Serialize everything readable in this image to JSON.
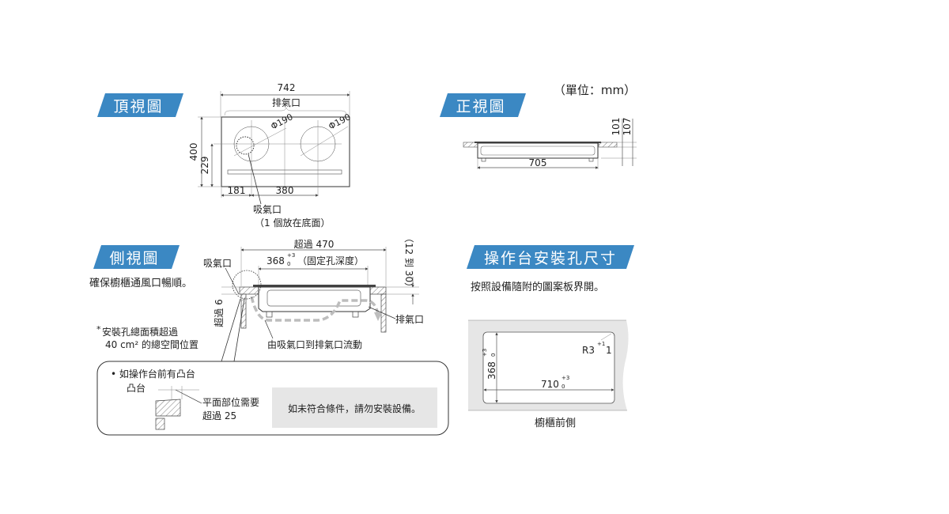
{
  "colors": {
    "header_blue": "#3b88c3",
    "panel_gray": "#e6e6e6",
    "flow_gray": "#bdbdbd"
  },
  "unit_label": "（單位：mm）",
  "top_view": {
    "title": "頂視圖",
    "width_dim": "742",
    "exhaust_label": "排氣口",
    "burner_left_dia": "Φ190",
    "burner_right_dia": "Φ190",
    "height_dim": "400",
    "center_height_dim": "229",
    "left_offset_dim": "181",
    "burner_spacing_dim": "380",
    "intake_label": "吸氣口",
    "intake_note": "（1 個放在底面）"
  },
  "front_view": {
    "title": "正視圖",
    "width_dim": "705",
    "depth_dim_1": "101",
    "depth_dim_2": "107"
  },
  "side_view": {
    "title": "側視圖",
    "ventilation_note": "確保櫥櫃通風口暢順。",
    "over_470": "超過 470",
    "hole_depth_value": "368",
    "hole_depth_tol_plus": "+3",
    "hole_depth_tol_minus": "0",
    "hole_depth_label": "（固定孔深度）",
    "thickness_range": "（12 到 30）",
    "intake_label": "吸氣口",
    "over_6": "超過 6",
    "exhaust_label": "排氣口",
    "flow_label": "由吸氣口到排氣口流動",
    "area_note_line1": "安裝孔總面積超過",
    "area_note_line2": "40 cm² 的總空間位置",
    "bump_title": "• 如操作台前有凸台",
    "bump_label": "凸台",
    "flat_note_line1": "平面部位需要",
    "flat_note_line2": "超過 25",
    "warning": "如未符合條件，請勿安裝設備。"
  },
  "cutout": {
    "title": "操作台安裝孔尺寸",
    "instruction": "按照設備隨附的圖案板界開。",
    "height_value": "368",
    "width_value": "710",
    "tol_plus": "+3",
    "tol_minus": "0",
    "radius": "R3",
    "radius_tol": "+1",
    "radius_suffix": "1",
    "front_label": "櫥櫃前側"
  }
}
